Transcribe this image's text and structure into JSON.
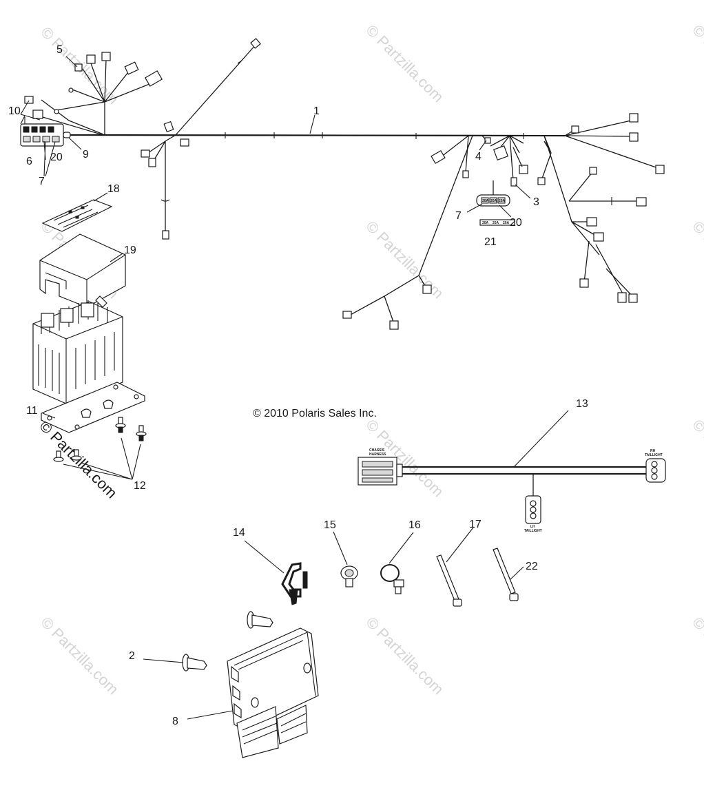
{
  "copyright": "© 2010 Polaris Sales Inc.",
  "watermark": "© Partzilla.com",
  "callouts": {
    "c1": "1",
    "c2": "2",
    "c3": "3",
    "c4": "4",
    "c5": "5",
    "c6": "6",
    "c7a": "7",
    "c7b": "7",
    "c8": "8",
    "c9": "9",
    "c10": "10",
    "c11": "11",
    "c12": "12",
    "c13": "13",
    "c14": "14",
    "c15": "15",
    "c16": "16",
    "c17": "17",
    "c18": "18",
    "c19": "19",
    "c20a": "20",
    "c20b": "20",
    "c21": "21",
    "c22": "22"
  },
  "harness_labels": {
    "chassis_1": "CHASSIS",
    "chassis_2": "HARNESS",
    "rh_1": "RH",
    "rh_2": "TAILLIGHT",
    "lh_1": "LH",
    "lh_2": "TAILLIGHT"
  },
  "fuse_labels": {
    "f1": "20A",
    "f2": "20A",
    "f3": "20A",
    "s1": "20A",
    "s2": "20A",
    "s3": "20A"
  }
}
